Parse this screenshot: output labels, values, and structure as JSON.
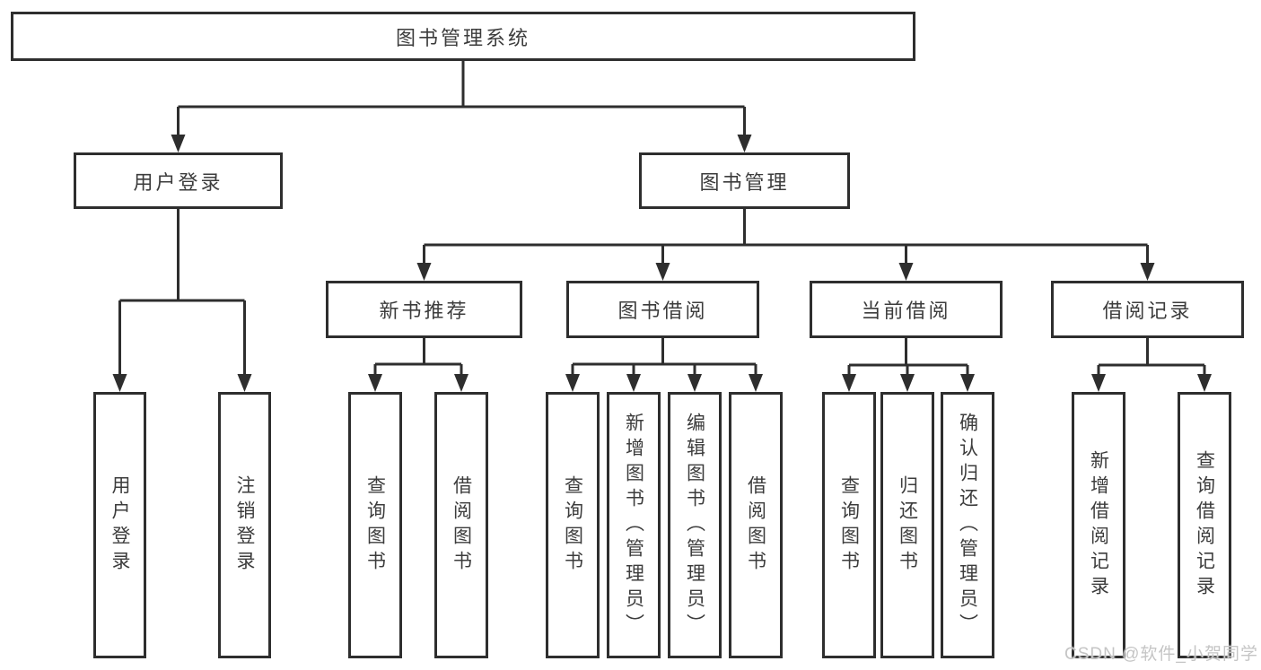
{
  "diagram": {
    "title": "图书管理系统",
    "level2": [
      {
        "label": "用户登录",
        "children": [
          "用户登录",
          "注销登录"
        ]
      },
      {
        "label": "图书管理"
      }
    ],
    "level3": [
      {
        "label": "新书推荐",
        "children": [
          "查询图书",
          "借阅图书"
        ]
      },
      {
        "label": "图书借阅",
        "children": [
          "查询图书",
          "新增图书（管理员）",
          "编辑图书（管理员）",
          "借阅图书"
        ]
      },
      {
        "label": "当前借阅",
        "children": [
          "查询图书",
          "归还图书",
          "确认归还（管理员）"
        ]
      },
      {
        "label": "借阅记录",
        "children": [
          "新增借阅记录",
          "查询借阅记录"
        ]
      }
    ],
    "colors": {
      "line": "#2e2e2e",
      "text": "#3c3c3c",
      "background": "#ffffff",
      "watermark": "#c5c5c5"
    },
    "watermark": "CSDN @软件_小贺同学"
  }
}
